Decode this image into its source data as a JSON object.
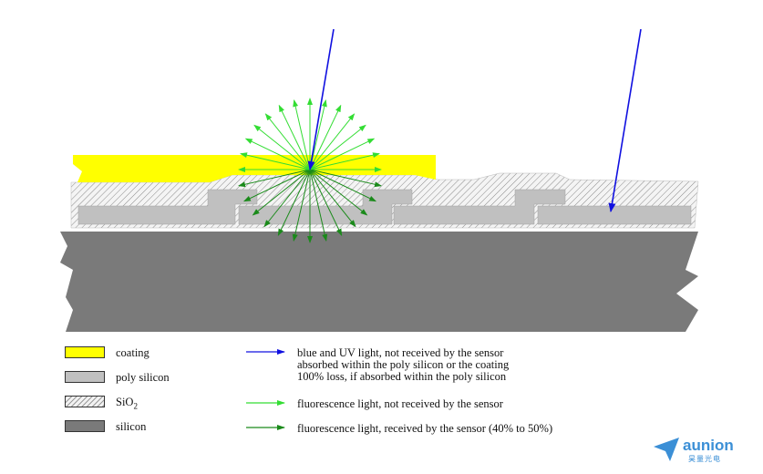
{
  "colors": {
    "coating": "#ffff00",
    "poly_silicon": "#c0c0c0",
    "sio2": "#f0f0f0",
    "silicon": "#7a7a7a",
    "blue_light": "#1010e0",
    "fluorescence_lost": "#33dd33",
    "fluorescence_received": "#1a8a1a"
  },
  "legend": {
    "materials": [
      {
        "key": "coating",
        "label": "coating"
      },
      {
        "key": "poly",
        "label": "poly silicon"
      },
      {
        "key": "sio2",
        "label": "SiO",
        "subscript": "2"
      },
      {
        "key": "silicon",
        "label": "silicon"
      }
    ],
    "arrows": {
      "blue": [
        "blue and UV light, not received by the sensor",
        "absorbed within the poly silicon or the coating",
        "100% loss, if absorbed within the poly silicon"
      ],
      "green_light": "fluorescence light, not received by the sensor",
      "green_dark": "fluorescence light, received by the sensor (40% to 50%)"
    }
  },
  "logo": {
    "name": "aunion",
    "sub": "昊量光电",
    "icon": "paper-plane-icon"
  }
}
